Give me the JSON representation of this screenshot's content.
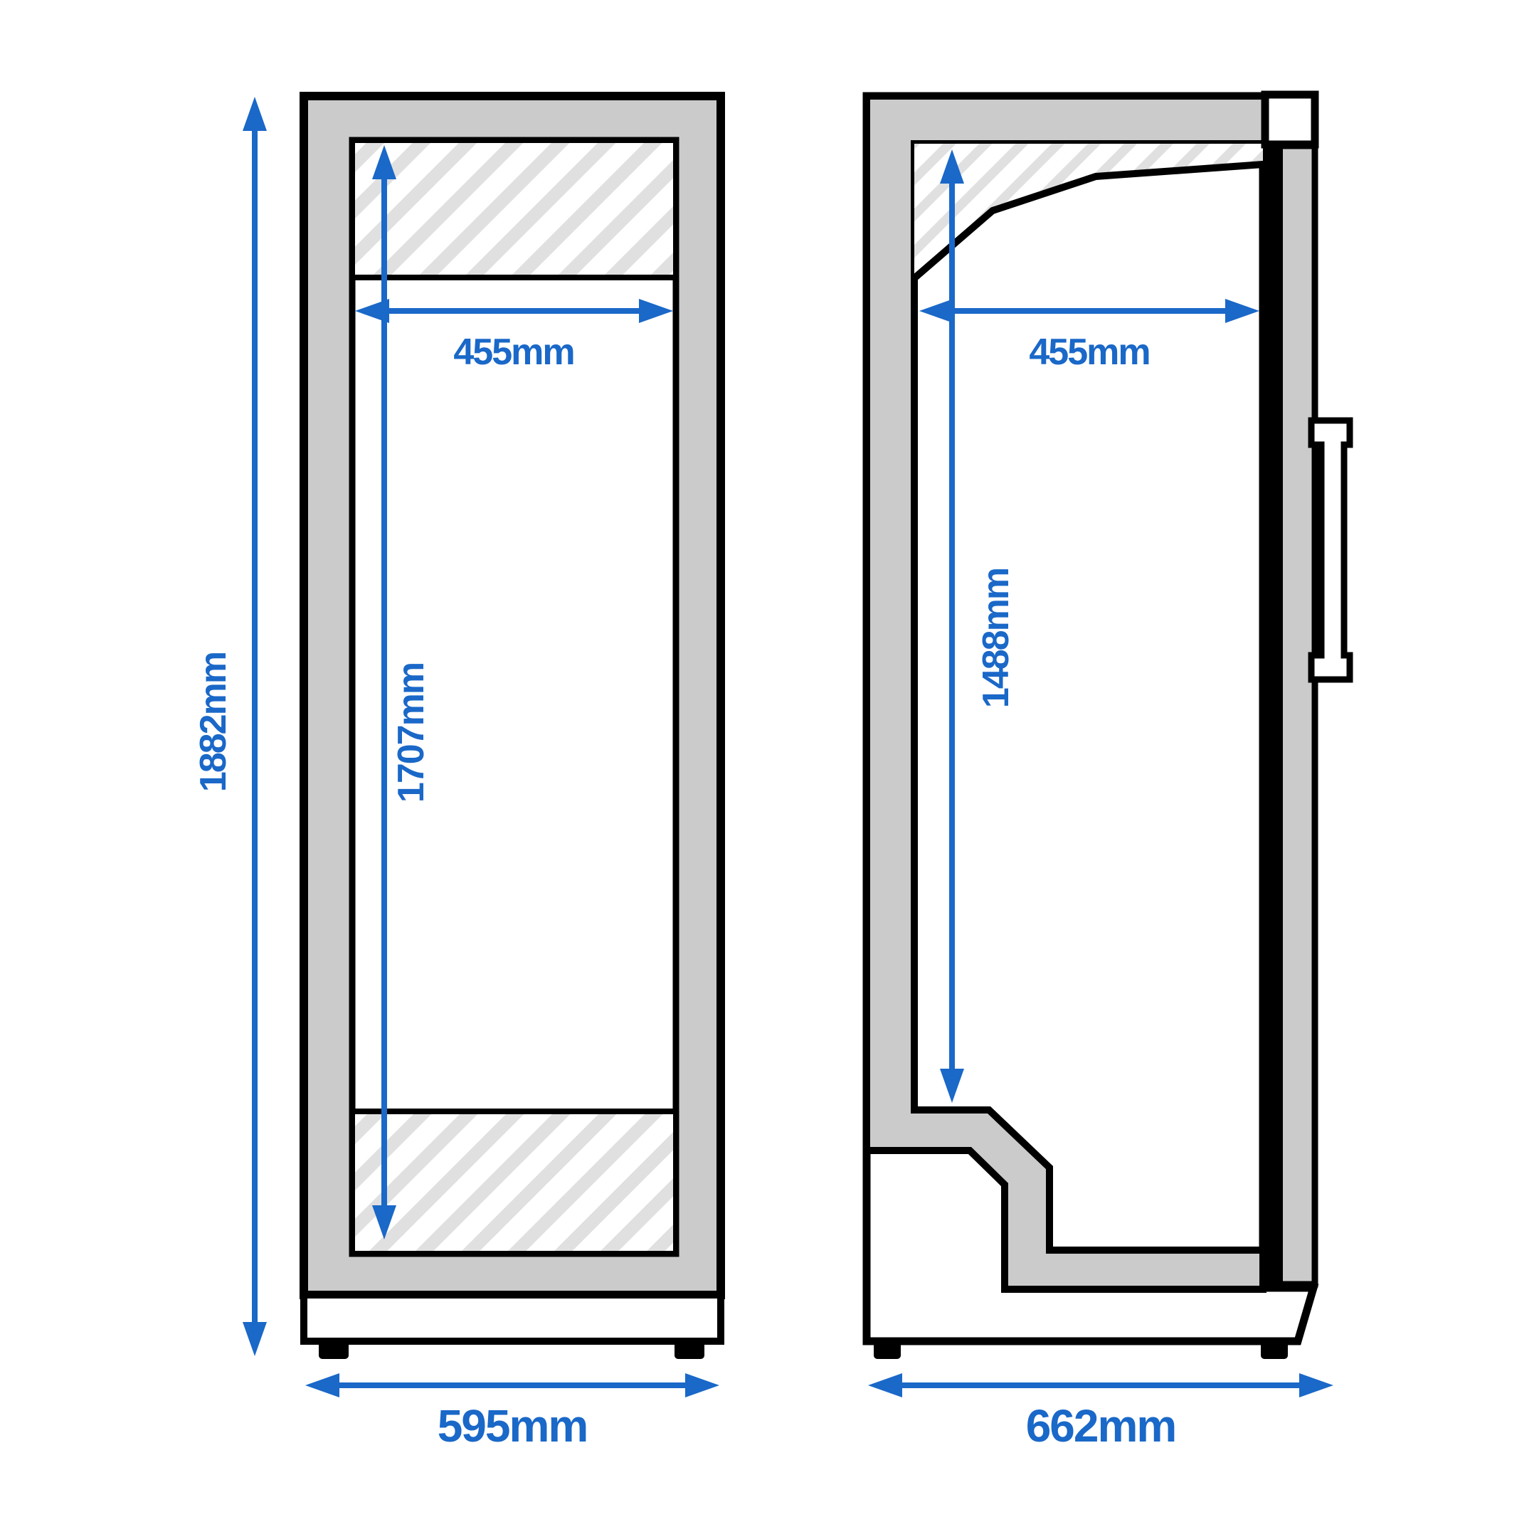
{
  "diagram": {
    "title": "upright-cabinet-dimension-drawing",
    "colors": {
      "dimension_blue": "#1A68C8",
      "outline_black": "#000000",
      "panel_gray": "#CBCBCB",
      "hatch_gray": "#E0E0E0"
    },
    "front_view": {
      "name": "front-elevation",
      "dim_overall_height": "1882mm",
      "dim_interior_height": "1707mm",
      "dim_interior_width": "455mm",
      "dim_overall_width": "595mm"
    },
    "side_view": {
      "name": "side-elevation",
      "dim_interior_depth": "455mm",
      "dim_interior_height": "1488mm",
      "dim_overall_depth": "662mm"
    }
  }
}
